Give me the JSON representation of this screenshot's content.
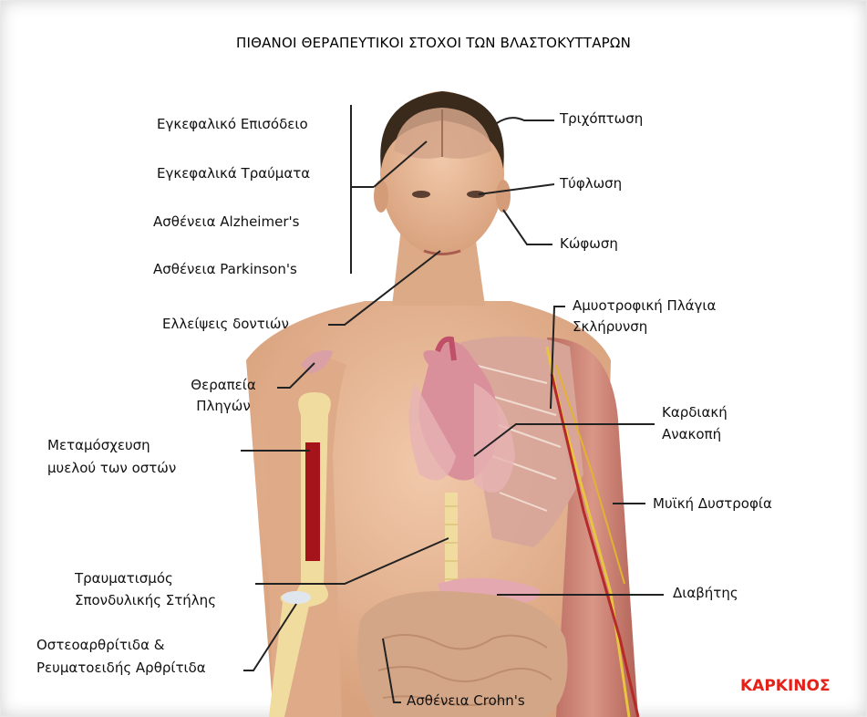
{
  "title": "ΠΙΘΑΝΟΙ ΘΕΡΑΠΕΥΤΙΚΟΙ ΣΤΟΧΟΙ ΤΩΝ ΒΛΑΣΤΟΚΥΤΤΑΡΩΝ",
  "labels": {
    "stroke": "Εγκεφαλικό Επισόδειο",
    "brain_trauma": "Εγκεφαλικά Τραύματα",
    "alzheimer": "Ασθένεια Alzheimer's",
    "parkinson": "Ασθένεια Parkinson's",
    "hair_loss": "Τριχόπτωση",
    "blindness": "Τύφλωση",
    "deafness": "Κώφωση",
    "teeth": "Ελλείψεις δοντιών",
    "als_1": "Αμυοτροφική Πλάγια",
    "als_2": "Σκλήρυνση",
    "wounds_1": "Θεραπεία",
    "wounds_2": "Πληγών",
    "heart_1": "Καρδιακή",
    "heart_2": "Ανακοπή",
    "marrow_1": "Μεταμόσχευση",
    "marrow_2": "μυελού των οστών",
    "dystrophy": "Μυϊκή Δυστροφία",
    "spinal_1": "Τραυματισμός",
    "spinal_2": "Σπονδυλικής Στήλης",
    "diabetes": "Διαβήτης",
    "arthritis_1": "Οστεοαρθρίτιδα &",
    "arthritis_2": "Ρευματοειδής Αρθρίτιδα",
    "crohn": "Ασθένεια Crohn's",
    "cancer": "ΚΑΡΚΙΝΟΣ"
  },
  "colors": {
    "cancer": "#e32119",
    "skin": "#e8b896",
    "hair": "#3a2a1c",
    "muscle": "#c9847a",
    "bone": "#f1dca0",
    "marrow": "#a5141a",
    "heart": "#d98f98"
  }
}
